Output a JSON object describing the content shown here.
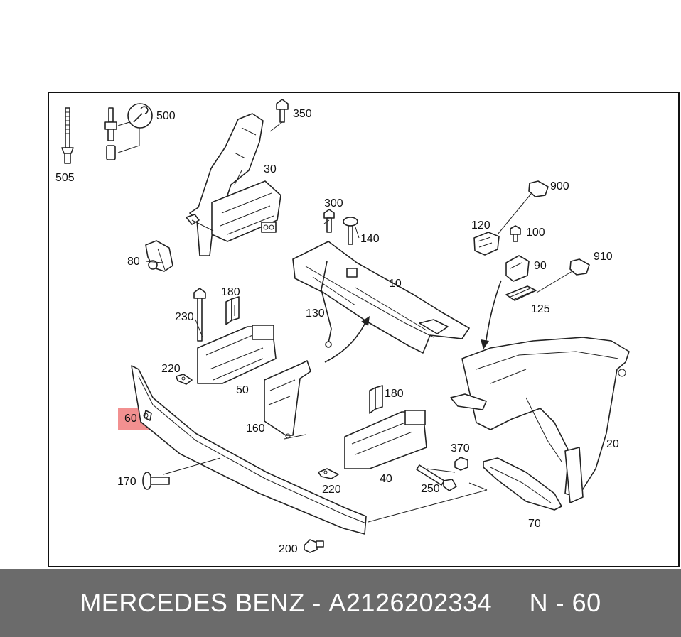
{
  "colors": {
    "footer_background": "#6b6b6b",
    "footer_text": "#ffffff",
    "highlight": "#f07c7c",
    "line": "#222222"
  },
  "highlighted_part": "60",
  "part_labels": {
    "p505": "505",
    "p500": "500",
    "p350": "350",
    "p30": "30",
    "p80": "80",
    "p300": "300",
    "p140": "140",
    "p10": "10",
    "p900": "900",
    "p120": "120",
    "p100": "100",
    "p910": "910",
    "p90": "90",
    "p125": "125",
    "p180a": "180",
    "p230": "230",
    "p130": "130",
    "p220a": "220",
    "p50": "50",
    "p60": "60",
    "p160": "160",
    "p180b": "180",
    "p20": "20",
    "p370": "370",
    "p40": "40",
    "p170": "170",
    "p250": "250",
    "p220b": "220",
    "p70": "70",
    "p200": "200"
  },
  "footer": {
    "brand": "MERCEDES BENZ",
    "separator": "-",
    "part_number": "A2126202334",
    "reference": "N - 60"
  }
}
